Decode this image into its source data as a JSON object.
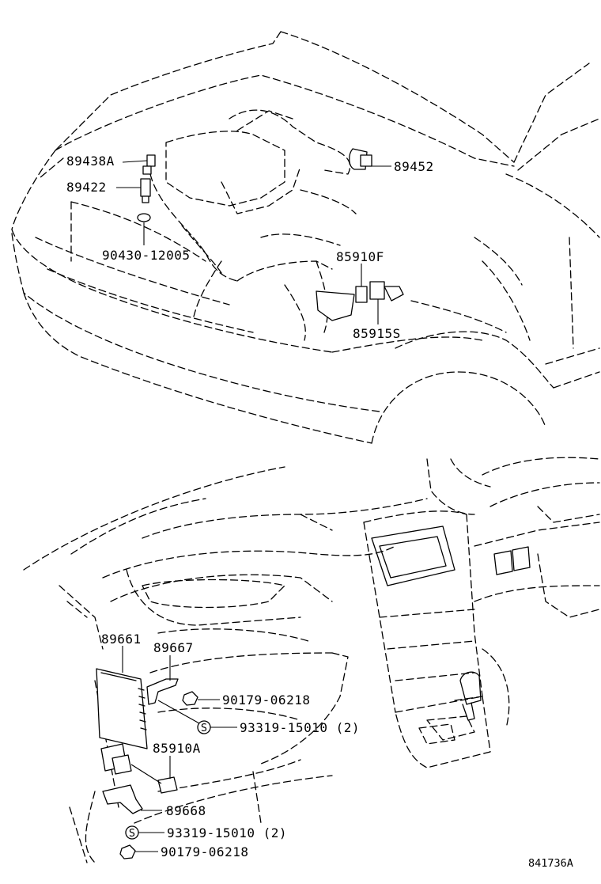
{
  "diagram": {
    "engine_bay_labels": {
      "sensor_89438a": "89438A",
      "sensor_89422": "89422",
      "gasket_90430": "90430-12005",
      "horn_89452": "89452",
      "relay_85910f": "85910F",
      "relay_85915s": "85915S"
    },
    "interior_labels": {
      "ecu_89661": "89661",
      "bracket_89667": "89667",
      "nut_90179_upper": "90179-06218",
      "screw_93319_upper": "93319-15010 (2)",
      "relay_85910a": "85910A",
      "bracket_89668": "89668",
      "screw_93319_lower": "93319-15010 (2)",
      "nut_90179_lower": "90179-06218"
    },
    "screw_symbol": "S",
    "figure_code": "841736A"
  }
}
